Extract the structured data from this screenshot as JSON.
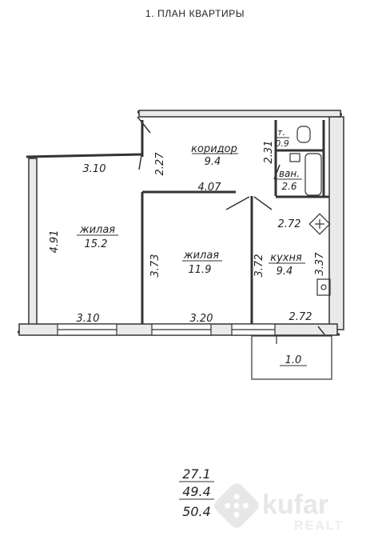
{
  "title": "1. ПЛАН КВАРТИРЫ",
  "rooms": {
    "corridor": {
      "name": "коридор",
      "area": "9.4"
    },
    "toilet": {
      "name": "т.",
      "area": "0.9"
    },
    "bath": {
      "name": "ван.",
      "area": "2.6"
    },
    "living_large": {
      "name": "жилая",
      "area": "15.2"
    },
    "living_small": {
      "name": "жилая",
      "area": "11.9"
    },
    "kitchen": {
      "name": "кухня",
      "area": "9.4"
    }
  },
  "dimensions": {
    "d_310_top": "3.10",
    "d_227": "2.27",
    "d_231": "2.31",
    "d_407": "4.07",
    "d_491": "4.91",
    "d_373": "3.73",
    "d_372": "3.72",
    "d_337": "3.37",
    "d_272_kitchen": "2.72",
    "d_310_bottom": "3.10",
    "d_320": "3.20",
    "d_272_bottom": "2.72",
    "d_10_balcony": "1.0"
  },
  "totals": {
    "living": "27.1",
    "usable": "49.4",
    "total": "50.4"
  },
  "watermark": {
    "brand": "kufar",
    "sub": "REALT"
  }
}
